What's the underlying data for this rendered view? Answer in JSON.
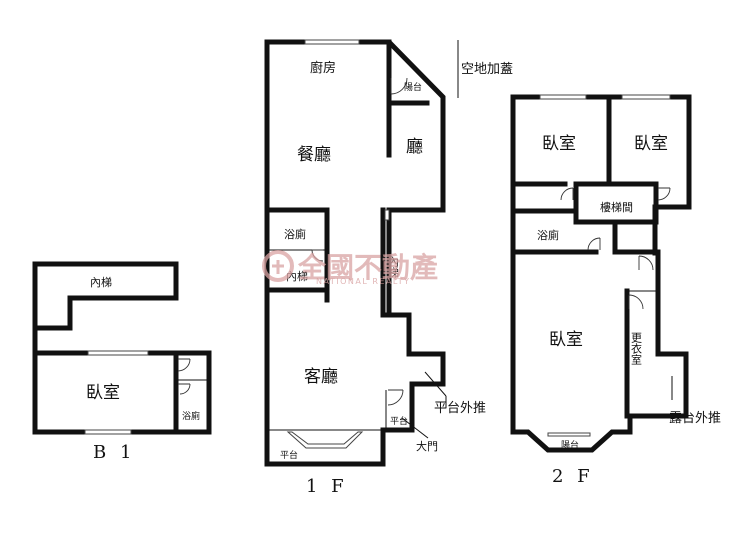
{
  "b1": {
    "floor": "B 1",
    "stairs": "內梯",
    "bedroom": "臥室",
    "bath": "浴廁"
  },
  "f1": {
    "floor": "1 F",
    "kitchen": "廚房",
    "balcony": "陽台",
    "dining": "餐廳",
    "hall": "廳",
    "bath": "浴廁",
    "stairs_left": "內梯",
    "stairs_right": "內梯",
    "living": "客廳",
    "terrace_left": "平台",
    "terrace_right": "平台",
    "front_door": "大門",
    "note_roof": "空地加蓋",
    "note_terrace": "平台外推"
  },
  "f2": {
    "floor": "2 F",
    "bedroom_1": "臥室",
    "bedroom_2": "臥室",
    "stairwell": "樓梯間",
    "bath": "浴廁",
    "bedroom_3": "臥室",
    "closet": "更衣室",
    "balcony": "陽台",
    "note_balcony": "露台外推"
  },
  "watermark": {
    "brand_cn": "全國不動產",
    "brand_en": "NATIONAL REALTY",
    "color": "#d9a3a3"
  }
}
